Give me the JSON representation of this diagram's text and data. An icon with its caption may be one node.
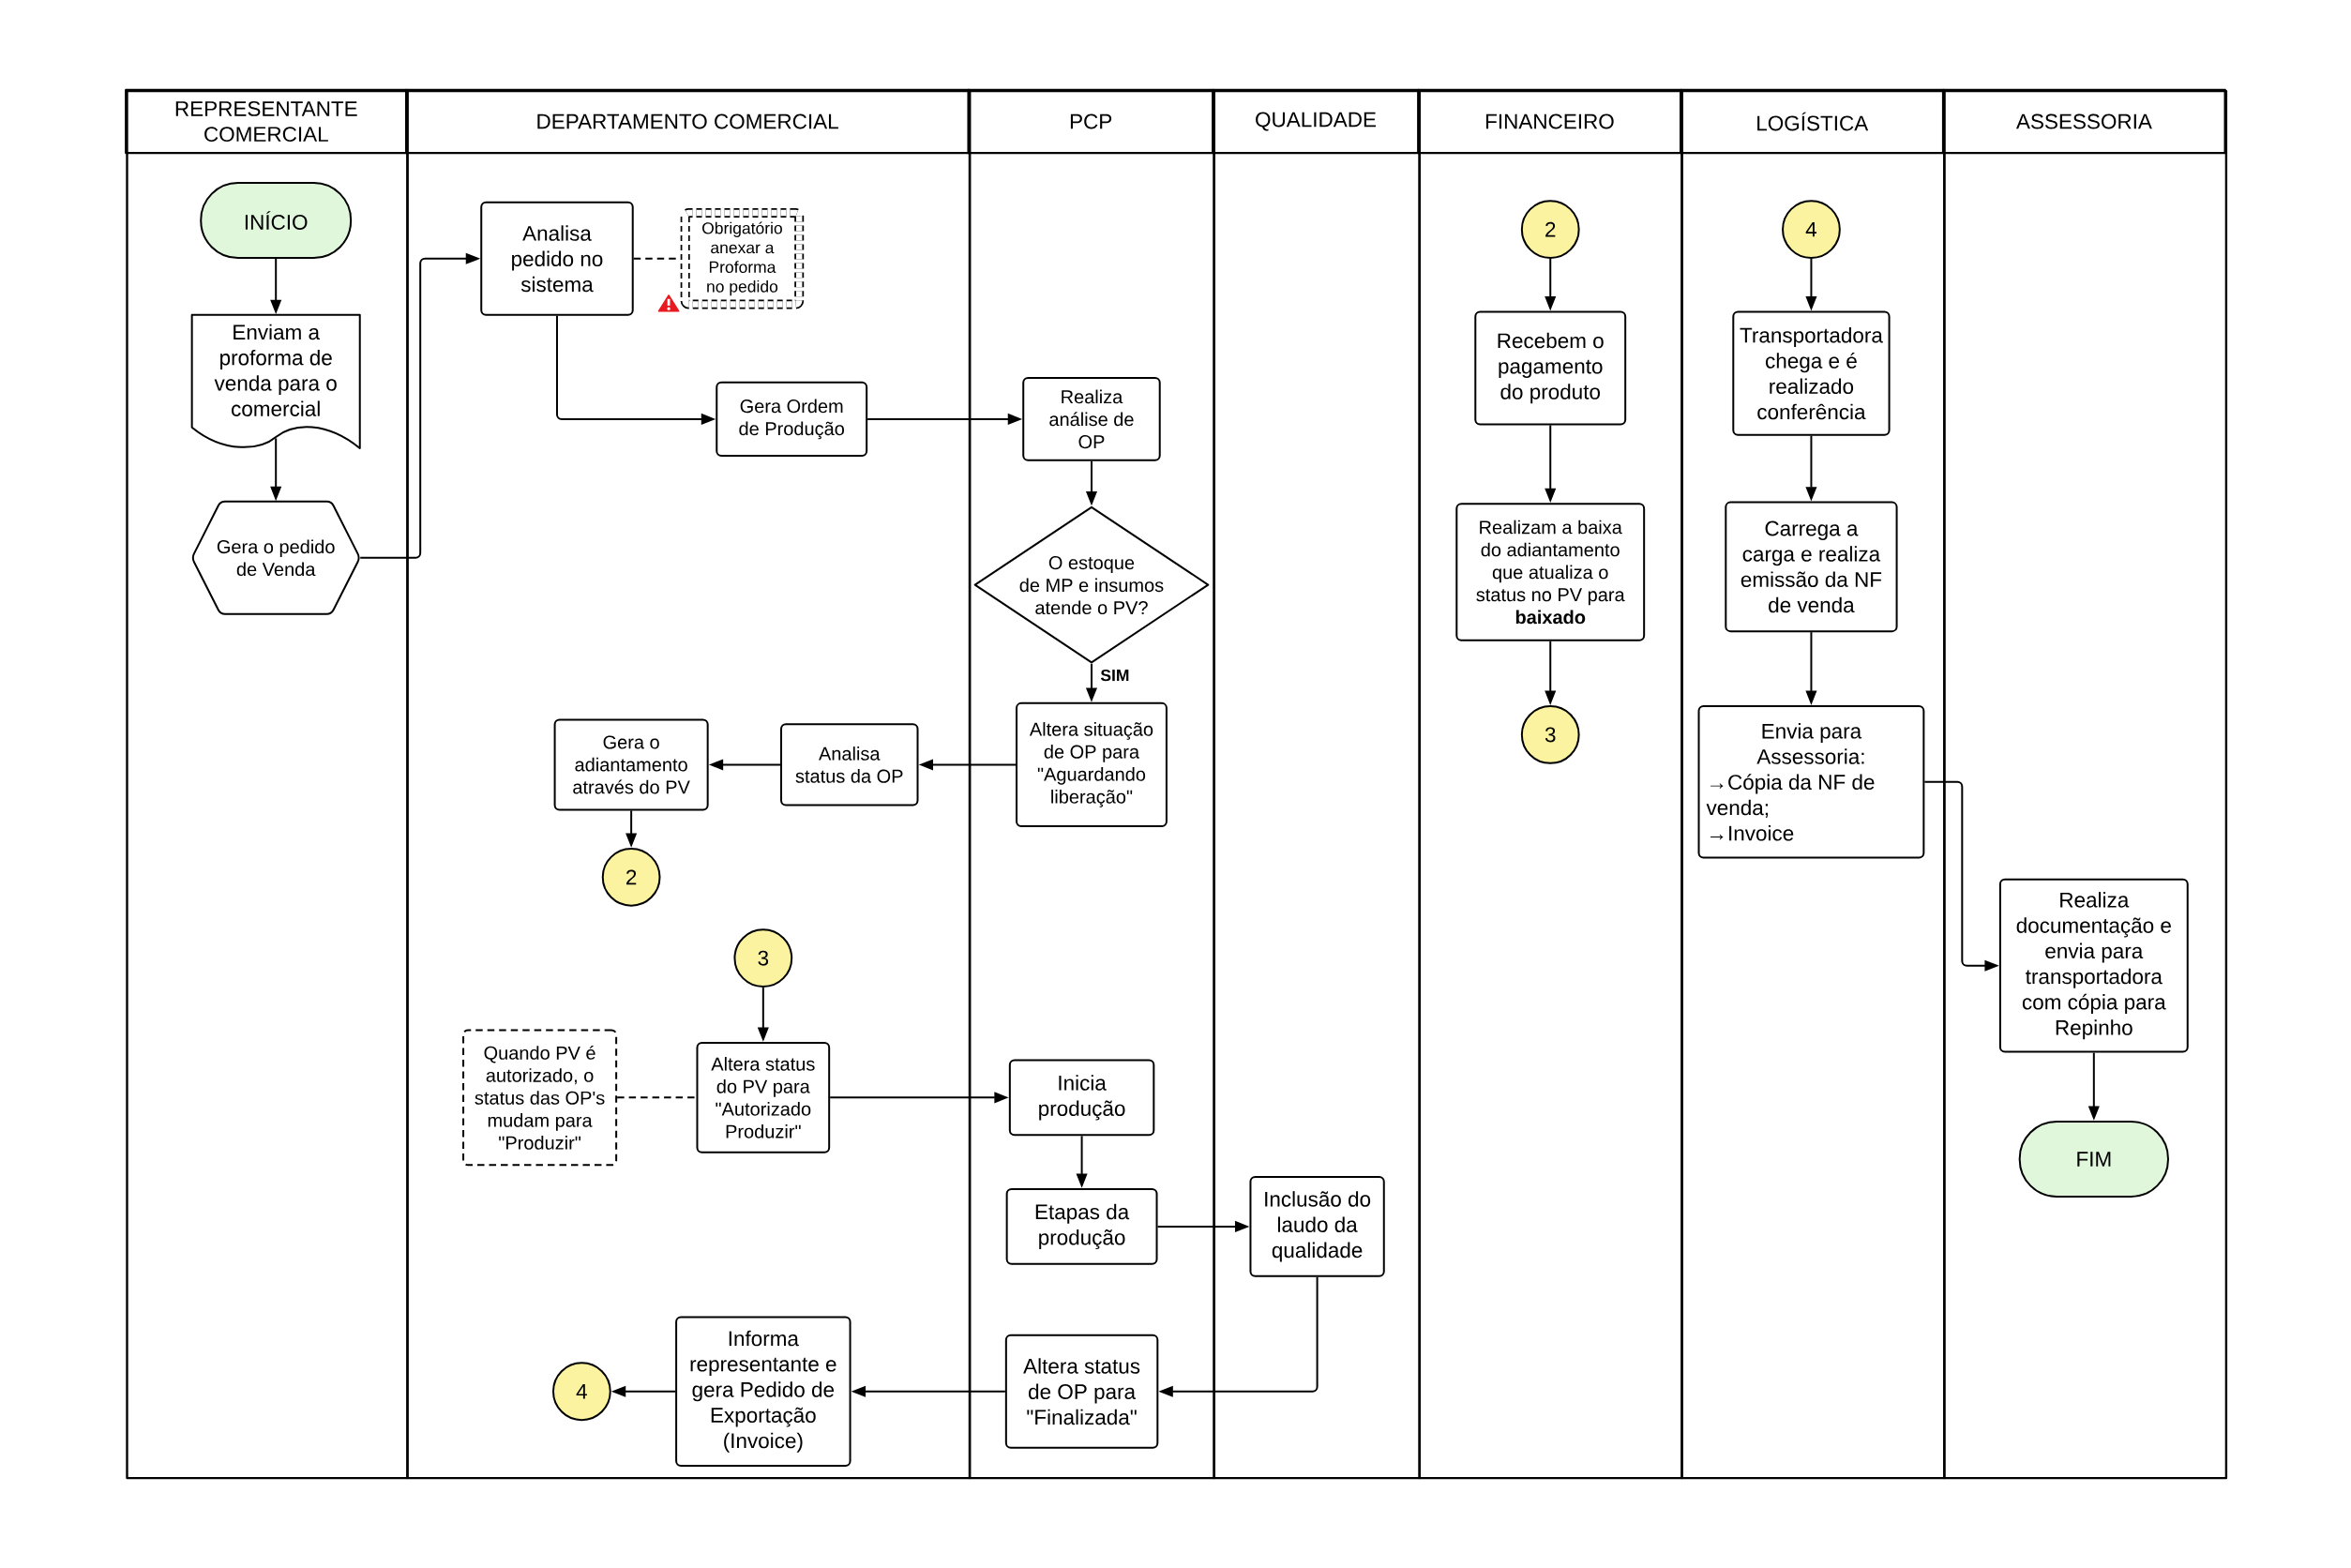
{
  "diagram": {
    "nodes": [
      {
        "text": [
          "REPRESENTANTE COMERCIAL"
        ]
      },
      {
        "text": [
          "INÍCIO"
        ],
        "in": 0
      },
      {
        "text": [
          "Enviam a proforma de venda para o comercial"
        ],
        "in": 0
      },
      {
        "text": [
          "Gera o pedido de Venda"
        ],
        "in": 0
      },
      {
        "text": [
          "DEPARTAMENTO COMERCIAL"
        ]
      },
      {
        "text": [
          "Analisa pedido no sistema"
        ],
        "in": 4
      },
      {
        "text": [
          "Obrigatório anexar a Proforma no pedido"
        ],
        "in": 4
      },
      {
        "text": [
          "Gera Ordem de Produção"
        ],
        "in": 4
      },
      {
        "text": [
          "Gera o adiantamento através do PV"
        ],
        "in": 4
      },
      {
        "text": [
          "Analisa status da OP"
        ],
        "in": 4
      },
      {
        "text": [
          "2"
        ],
        "in": 4
      },
      {
        "text": [
          "3"
        ],
        "in": 4
      },
      {
        "text": [
          "Quando PV é autorizado, o status das OP's mudam para \"Produzir\""
        ],
        "in": 4
      },
      {
        "text": [
          "Altera status do PV para \"Autorizado Produzir\""
        ],
        "in": 4
      },
      {
        "text": [
          "4"
        ],
        "in": 4
      },
      {
        "text": [
          "Informa representante e gera Pedido de Exportação (Invoice)"
        ],
        "in": 4
      },
      {
        "text": [
          "PCP"
        ]
      },
      {
        "text": [
          "Realiza análise de OP"
        ],
        "in": 16
      },
      {
        "text": [
          "O estoque de MP e insumos atende o PV?"
        ],
        "in": 16
      },
      {
        "text": [
          "Altera situação de OP para \"Aguardando liberação\""
        ],
        "in": 16
      },
      {
        "text": [
          "Inicia produção"
        ],
        "in": 16
      },
      {
        "text": [
          "Etapas da produção"
        ],
        "in": 16
      },
      {
        "text": [
          "Altera status de OP para \"Finalizada\""
        ],
        "in": 16
      },
      {
        "text": [
          "QUALIDADE"
        ]
      },
      {
        "text": [
          "Inclusão do laudo da qualidade"
        ],
        "in": 23
      },
      {
        "text": [
          "FINANCEIRO"
        ]
      },
      {
        "text": [
          "2"
        ],
        "in": 25
      },
      {
        "text": [
          "Recebem o pagamento do produto"
        ],
        "in": 25
      },
      {
        "text": [
          "Realizam a baixa do adiantamento que atualiza o status no PV para **baixado**"
        ],
        "in": 25
      },
      {
        "text": [
          "3"
        ],
        "in": 25
      },
      {
        "text": [
          "LOGÍSTICA"
        ]
      },
      {
        "text": [
          "4"
        ],
        "in": 30
      },
      {
        "text": [
          "Transportadora chega e é realizado conferência"
        ],
        "in": 30
      },
      {
        "text": [
          "Carrega a carga e realiza emissão da NF de venda"
        ],
        "in": 30
      },
      {
        "text": [
          "Envia para Assessoria:",
          "→Cópia da NF de venda;",
          "→Invoice"
        ],
        "in": 30
      },
      {
        "text": [
          "ASSESSORIA"
        ]
      },
      {
        "text": [
          "Realiza documentação e envia para transportadora com cópia para Repinho"
        ],
        "in": 35
      },
      {
        "text": [
          "FIM"
        ],
        "in": 35
      }
    ],
    "edges": [
      {
        "from": 1,
        "to": 2,
        "arrow": "to"
      },
      {
        "from": 2,
        "to": 3,
        "arrow": "to"
      },
      {
        "from": 3,
        "to": 5,
        "arrow": "to"
      },
      {
        "from": 5,
        "to": 6,
        "arrow": "none",
        "style": "dashed"
      },
      {
        "from": 5,
        "to": 7,
        "arrow": "to"
      },
      {
        "from": 7,
        "to": 17,
        "arrow": "to"
      },
      {
        "from": 17,
        "to": 18,
        "arrow": "to"
      },
      {
        "from": 18,
        "to": 19,
        "arrow": "to",
        "label": "SIM"
      },
      {
        "from": 19,
        "to": 9,
        "arrow": "to"
      },
      {
        "from": 9,
        "to": 8,
        "arrow": "to"
      },
      {
        "from": 8,
        "to": 10,
        "arrow": "to"
      },
      {
        "from": 26,
        "to": 27,
        "arrow": "to"
      },
      {
        "from": 27,
        "to": 28,
        "arrow": "to"
      },
      {
        "from": 28,
        "to": 29,
        "arrow": "to"
      },
      {
        "from": 11,
        "to": 13,
        "arrow": "to"
      },
      {
        "from": 12,
        "to": 13,
        "arrow": "none",
        "style": "dashed"
      },
      {
        "from": 13,
        "to": 20,
        "arrow": "to"
      },
      {
        "from": 20,
        "to": 21,
        "arrow": "to"
      },
      {
        "from": 21,
        "to": 24,
        "arrow": "to"
      },
      {
        "from": 24,
        "to": 22,
        "arrow": "to"
      },
      {
        "from": 22,
        "to": 15,
        "arrow": "to"
      },
      {
        "from": 15,
        "to": 14,
        "arrow": "to"
      },
      {
        "from": 31,
        "to": 32,
        "arrow": "to"
      },
      {
        "from": 32,
        "to": 33,
        "arrow": "to"
      },
      {
        "from": 33,
        "to": 34,
        "arrow": "to"
      },
      {
        "from": 34,
        "to": 36,
        "arrow": "to"
      },
      {
        "from": 36,
        "to": 37,
        "arrow": "to"
      }
    ]
  }
}
